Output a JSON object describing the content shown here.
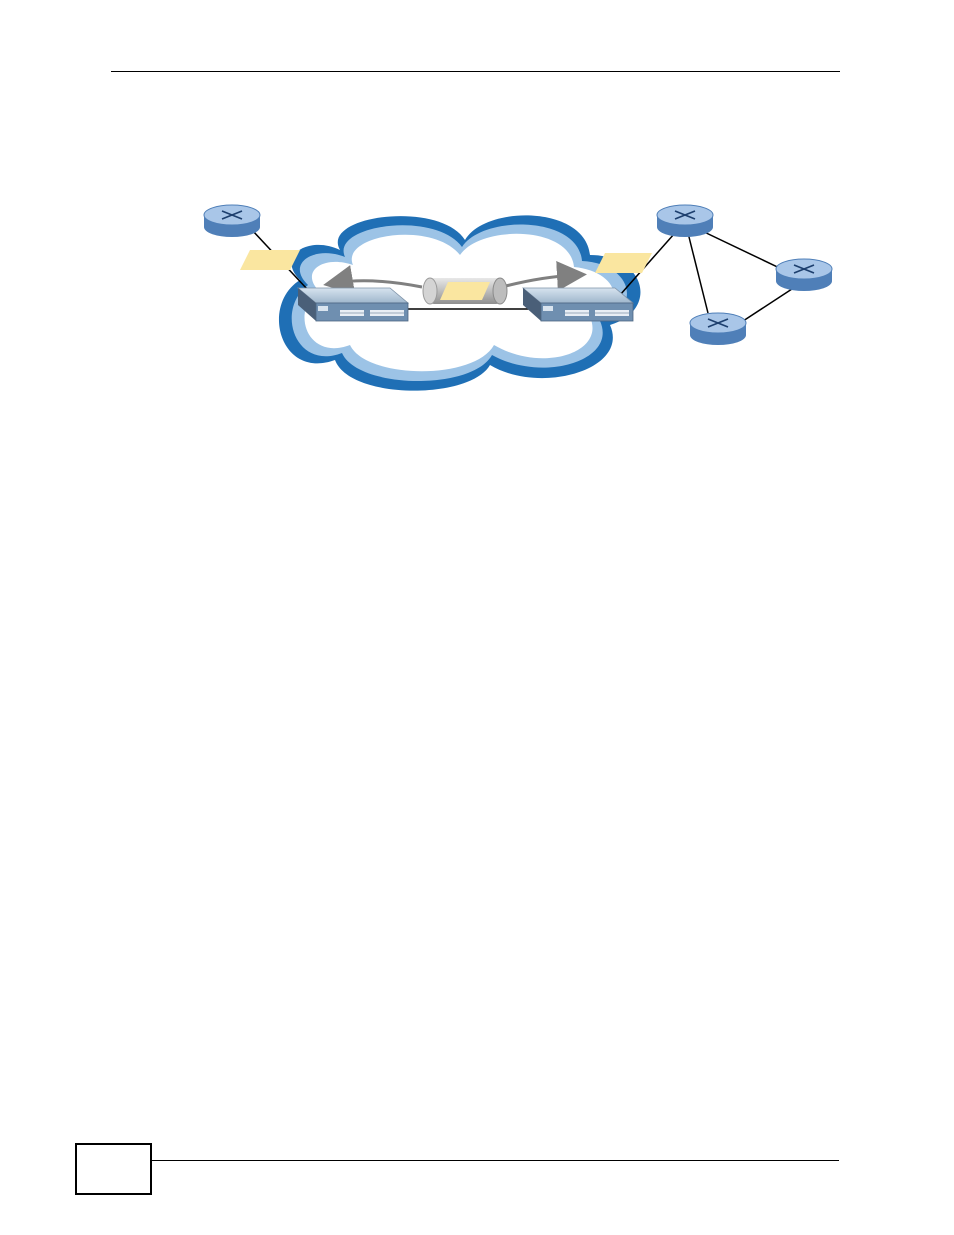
{
  "page": {
    "number": ""
  },
  "figure": {
    "nodes": [
      "router-left",
      "switch-left",
      "switch-right",
      "router-top-right",
      "router-right",
      "router-bottom-right"
    ],
    "colors": {
      "cloud_outer": "#1f6fb5",
      "cloud_inner": "#9cc3e6",
      "label_fill": "#fae6a0",
      "arrow": "#808080",
      "router_body": "#4f7fb8",
      "router_top": "#a9c6e8",
      "switch_body": "#6f8fb0"
    }
  }
}
